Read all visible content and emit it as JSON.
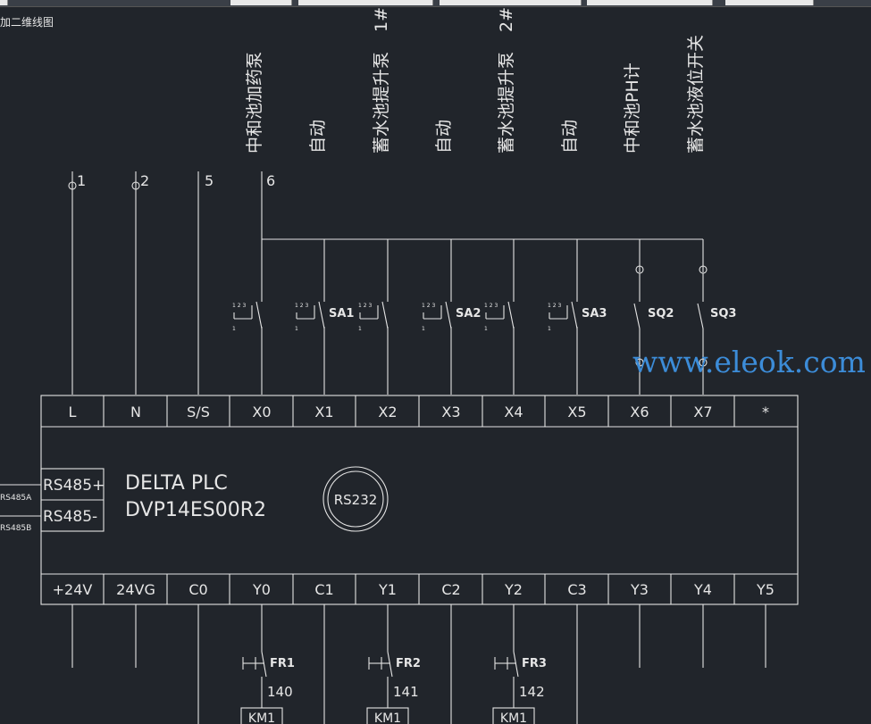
{
  "doc_title": "加二维线图",
  "terminals": {
    "top": [
      {
        "num": "1"
      },
      {
        "num": "2"
      },
      {
        "num": "5"
      },
      {
        "num": "6"
      }
    ]
  },
  "vertical_labels": [
    {
      "text": "中和池加药泵"
    },
    {
      "text": "自动"
    },
    {
      "text": "蓄水池提升泵",
      "suffix": "1#"
    },
    {
      "text": "自动"
    },
    {
      "text": "蓄水池提升泵",
      "suffix": "2#"
    },
    {
      "text": "自动"
    },
    {
      "text": "中和池PH计"
    },
    {
      "text": "蓄水池液位开关"
    }
  ],
  "switch_labels": [
    "SA1",
    "SA2",
    "SA3",
    "SQ2",
    "SQ3"
  ],
  "switch_pos": {
    "top": "1 2 3",
    "left": "1",
    "mid": "3"
  },
  "input_row": [
    "L",
    "N",
    "S/S",
    "X0",
    "X1",
    "X2",
    "X3",
    "X4",
    "X5",
    "X6",
    "X7",
    "*"
  ],
  "output_row": [
    "+24V",
    "24VG",
    "C0",
    "Y0",
    "C1",
    "Y1",
    "C2",
    "Y2",
    "C3",
    "Y3",
    "Y4",
    "Y5"
  ],
  "plc": {
    "line1": "DELTA PLC",
    "line2": "DVP14ES00R2",
    "port": "RS232"
  },
  "rs485": {
    "a_label": "RS485+",
    "b_label": "RS485-",
    "a_wire": "RS485A",
    "b_wire": "RS485B"
  },
  "relays": [
    {
      "contact": "FR1",
      "wire": "140",
      "coil": "KM1"
    },
    {
      "contact": "FR2",
      "wire": "141",
      "coil": "KM1"
    },
    {
      "contact": "FR3",
      "wire": "142",
      "coil": "KM1"
    }
  ],
  "watermark": "www.eleok.com",
  "colors": {
    "background": "#21252b",
    "line": "#e4e4e4",
    "watermark": "#3c8cd8"
  }
}
